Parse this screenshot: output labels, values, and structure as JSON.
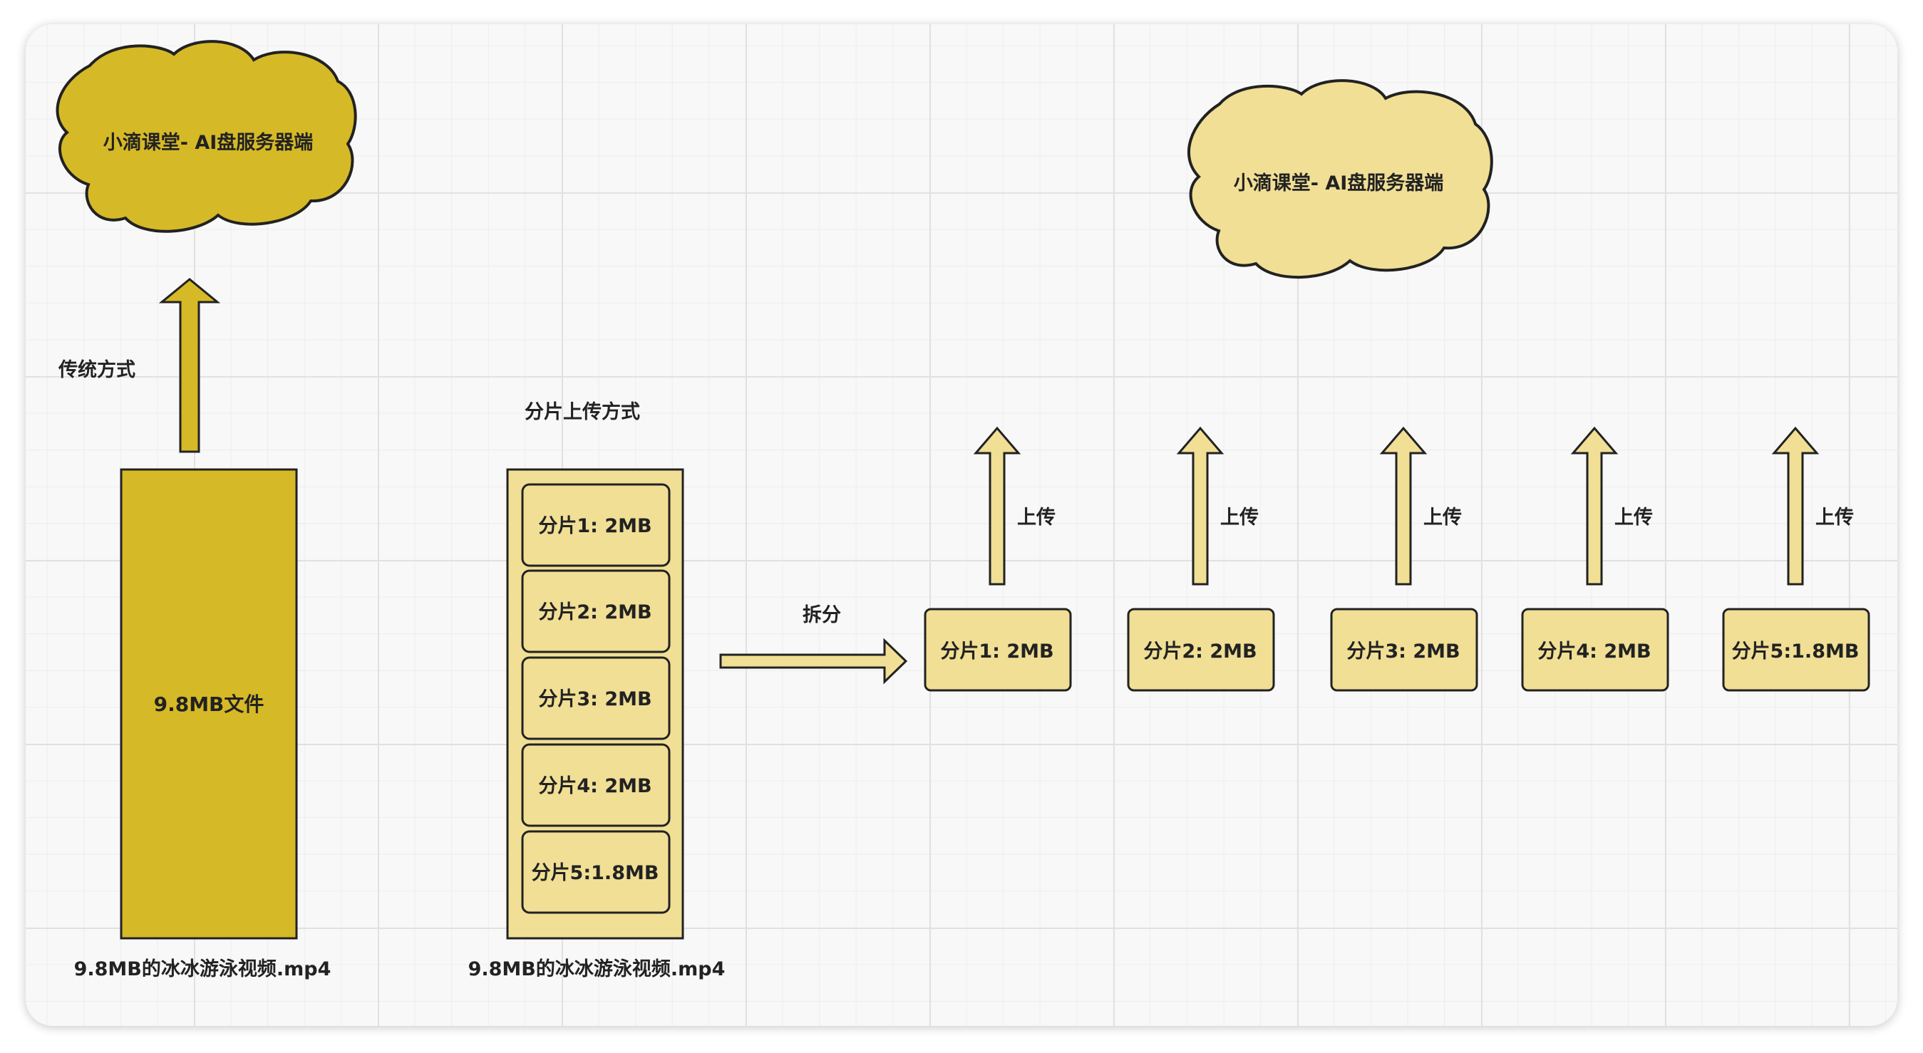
{
  "colors": {
    "dark_fill": "#d6b927",
    "light_fill": "#f0df95",
    "arrow_fill": "#d6b927",
    "arrow_fill_light": "#f0df95",
    "stroke": "#222222"
  },
  "traditional": {
    "server_label": "小滴课堂- AI盘服务器端",
    "method_label": "传统方式",
    "file_label": "9.8MB文件",
    "caption": "9.8MB的冰冰游泳视频.mp4"
  },
  "chunked": {
    "method_label": "分片上传方式",
    "chunks": [
      "分片1: 2MB",
      "分片2: 2MB",
      "分片3: 2MB",
      "分片4: 2MB",
      "分片5:1.8MB"
    ],
    "caption": "9.8MB的冰冰游泳视频.mp4",
    "split_label": "拆分",
    "split_chunks": [
      "分片1: 2MB",
      "分片2: 2MB",
      "分片3: 2MB",
      "分片4: 2MB",
      "分片5:1.8MB"
    ],
    "upload_label": "上传",
    "server_label": "小滴课堂- AI盘服务器端"
  }
}
